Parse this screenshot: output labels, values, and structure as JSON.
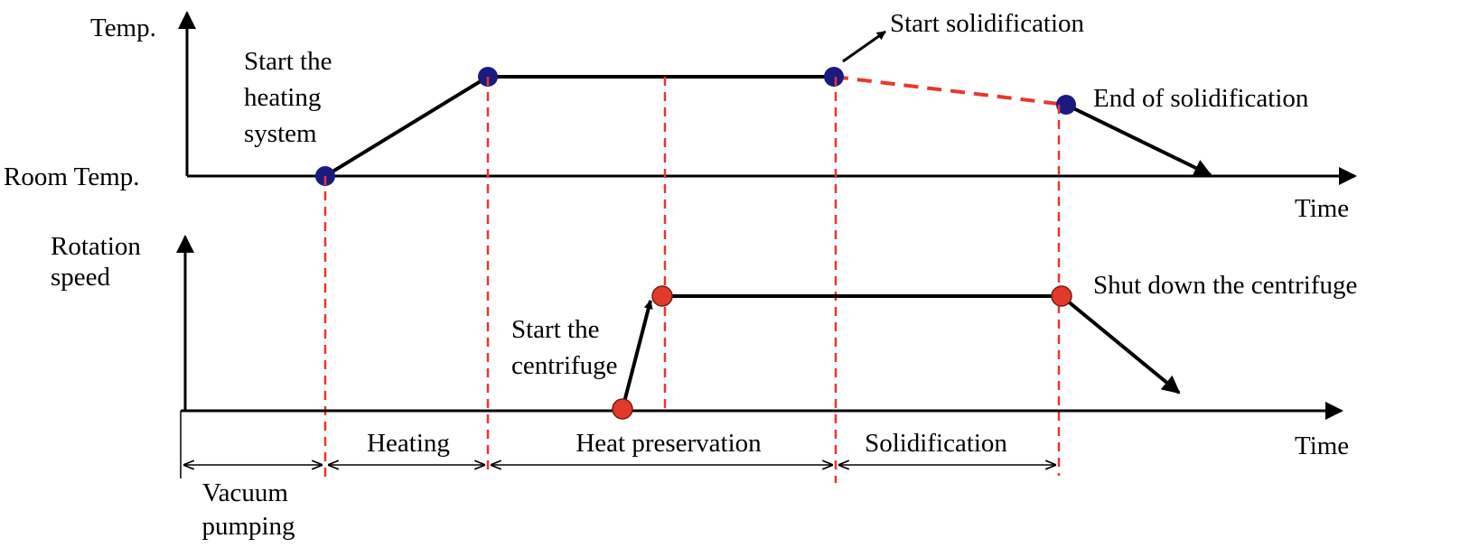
{
  "temperature_plot": {
    "y_axis_label": "Temp.",
    "baseline_label": "Room Temp.",
    "x_axis_label": "Time",
    "annotations": {
      "start_heating": [
        "Start the",
        "heating",
        "system"
      ],
      "start_solidification": "Start solidification",
      "end_solidification": "End of solidification"
    }
  },
  "speed_plot": {
    "y_axis_label": [
      "Rotation",
      "speed"
    ],
    "x_axis_label": "Time",
    "annotations": {
      "start_centrifuge": [
        "Start the",
        "centrifuge"
      ],
      "shut_down_centrifuge": "Shut down the centrifuge"
    }
  },
  "stages": [
    "Vacuum pumping",
    "Heating",
    "Heat preservation",
    "Solidification"
  ],
  "stage_label_lines": {
    "vacuum_pumping": [
      "Vacuum",
      "pumping"
    ]
  },
  "colors": {
    "lines": "#000000",
    "phase_dividers": "#e8372c",
    "temp_points": "#1a1a80",
    "speed_points": "#e23a2a"
  }
}
